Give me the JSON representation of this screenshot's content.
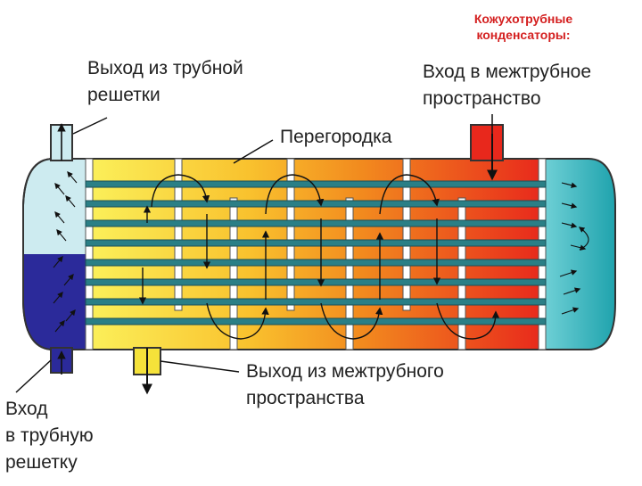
{
  "title": "Кожухотрубные конденсаторы:",
  "labels": {
    "tube_outlet": [
      "Выход из трубной",
      "решетки"
    ],
    "shell_inlet": [
      "Вход в межтрубное",
      "пространство"
    ],
    "baffle": "Перегородка",
    "shell_outlet": [
      "Выход из межтрубного",
      "пространства"
    ],
    "tube_inlet": [
      "Вход",
      "в трубную",
      "решетку"
    ]
  },
  "colors": {
    "title": "#d42020",
    "left_head_top": "#cdebf0",
    "left_head_bottom": "#2b2a9a",
    "right_head": "#2fb0b8",
    "tube": "#2a7f86",
    "shell_gradient": [
      "#fbf05a",
      "#f8b62a",
      "#f07a1a",
      "#e8281c"
    ],
    "inlet_pipe": "#e8281c",
    "outlet_pipe": "#f5e23a"
  }
}
